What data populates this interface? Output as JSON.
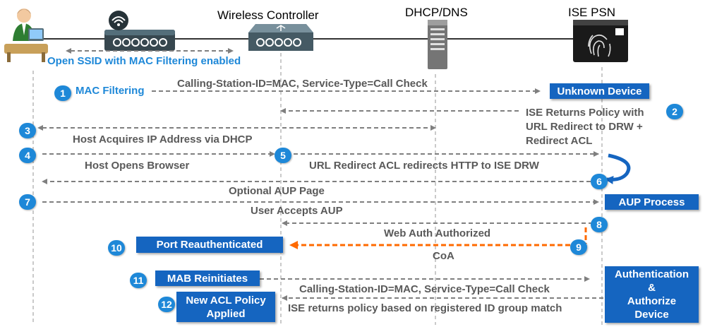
{
  "headers": {
    "wireless_controller": "Wireless Controller",
    "dhcp_dns": "DHCP/DNS",
    "ise_psn": "ISE PSN"
  },
  "ssid_note": "Open SSID with MAC Filtering enabled",
  "steps": {
    "s1": "1",
    "s2": "2",
    "s3": "3",
    "s4": "4",
    "s5": "5",
    "s6": "6",
    "s7": "7",
    "s8": "8",
    "s9": "9",
    "s10": "10",
    "s11": "11",
    "s12": "12"
  },
  "labels": {
    "mac_filtering": "MAC Filtering",
    "calling_station_1": "Calling-Station-ID=MAC, Service-Type=Call Check",
    "ise_returns_policy_1": "ISE Returns Policy with",
    "ise_returns_policy_2": "URL Redirect to DRW +",
    "ise_returns_policy_3": "Redirect ACL",
    "host_acquires_ip": "Host Acquires IP Address via DHCP",
    "host_opens_browser": "Host Opens Browser",
    "url_redirect_acl": "URL Redirect ACL redirects HTTP to ISE DRW",
    "optional_aup": "Optional AUP Page",
    "user_accepts_aup": "User Accepts AUP",
    "web_auth_authorized": "Web Auth Authorized",
    "coa": "CoA",
    "calling_station_2": "Calling-Station-ID=MAC, Service-Type=Call Check",
    "ise_returns_registered": "ISE returns policy based on registered ID group match"
  },
  "boxes": {
    "unknown_device": "Unknown Device",
    "aup_process": "AUP Process",
    "port_reauthenticated": "Port Reauthenticated",
    "mab_reinitiates": "MAB Reinitiates",
    "new_acl_policy_1": "New ACL Policy",
    "new_acl_policy_2": "Applied",
    "auth_authorize_1": "Authentication",
    "auth_authorize_2": "&",
    "auth_authorize_3": "Authorize",
    "auth_authorize_4": "Device"
  },
  "icons": {
    "user": "user-at-computer-icon",
    "access_point": "access-point-icon",
    "controller": "wireless-controller-icon",
    "server": "server-tower-icon",
    "ise": "ise-psn-appliance-icon"
  },
  "colors": {
    "step_blue": "#1e88d8",
    "box_blue": "#1565c0",
    "arrow_gray": "#7f7f7f",
    "coa_orange": "#ff6a00"
  }
}
